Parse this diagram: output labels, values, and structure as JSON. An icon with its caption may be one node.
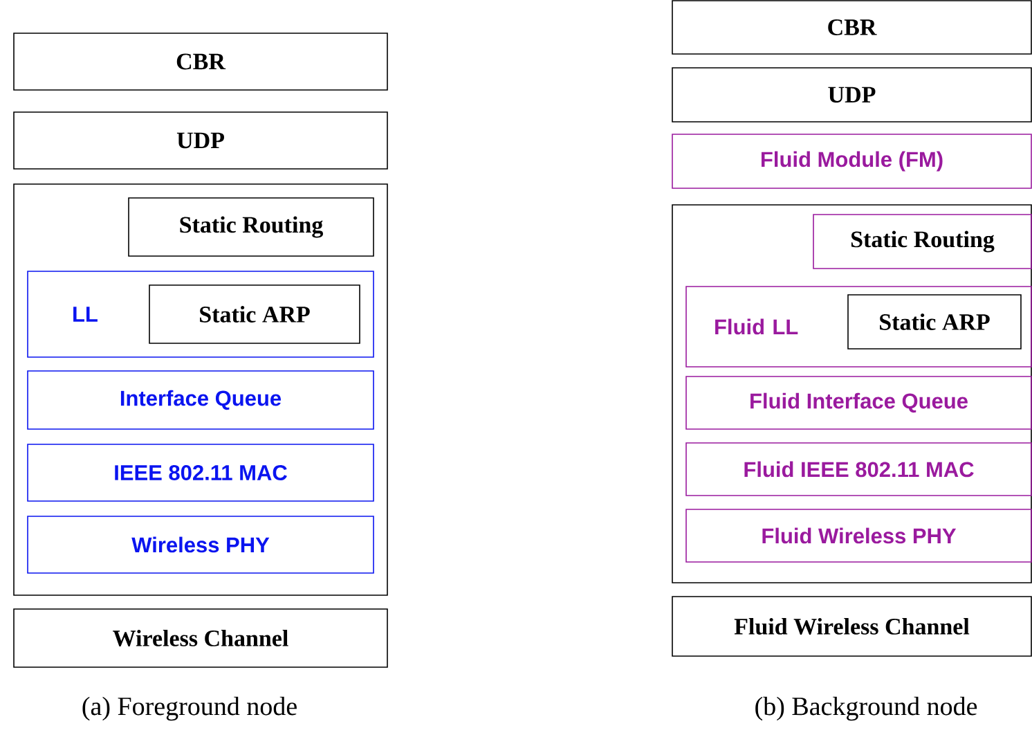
{
  "diagram": {
    "nodes": [
      {
        "text": [
          "CBR"
        ]
      },
      {
        "text": [
          "UDP"
        ]
      },
      {
        "text": [],
        "shape": "box"
      },
      {
        "text": [
          "Static Routing"
        ],
        "in": 2
      },
      {
        "text": [
          "LL"
        ],
        "in": 2
      },
      {
        "text": [
          "Static ARP"
        ],
        "in": 4
      },
      {
        "text": [
          "Interface Queue"
        ],
        "in": 2
      },
      {
        "text": [
          "IEEE 802.11 MAC"
        ],
        "in": 2
      },
      {
        "text": [
          "Wireless PHY"
        ],
        "in": 2
      },
      {
        "text": [
          "Wireless Channel"
        ]
      },
      {
        "text": [
          "CBR"
        ]
      },
      {
        "text": [
          "UDP"
        ]
      },
      {
        "text": [
          "Fluid Module (FM)"
        ]
      },
      {
        "text": [],
        "shape": "box"
      },
      {
        "text": [
          "Static Routing"
        ],
        "in": 13
      },
      {
        "text": [
          "Fluid LL"
        ],
        "in": 13
      },
      {
        "text": [
          "Static ARP"
        ],
        "in": 15
      },
      {
        "text": [
          "Fluid Interface Queue"
        ],
        "in": 13
      },
      {
        "text": [
          "Fluid IEEE 802.11 MAC"
        ],
        "in": 13
      },
      {
        "text": [
          "Fluid Wireless PHY"
        ],
        "in": 13
      },
      {
        "text": [
          "Fluid Wireless Channel"
        ]
      }
    ],
    "labels": [
      "(a) Foreground node",
      "(b) Background node"
    ]
  }
}
